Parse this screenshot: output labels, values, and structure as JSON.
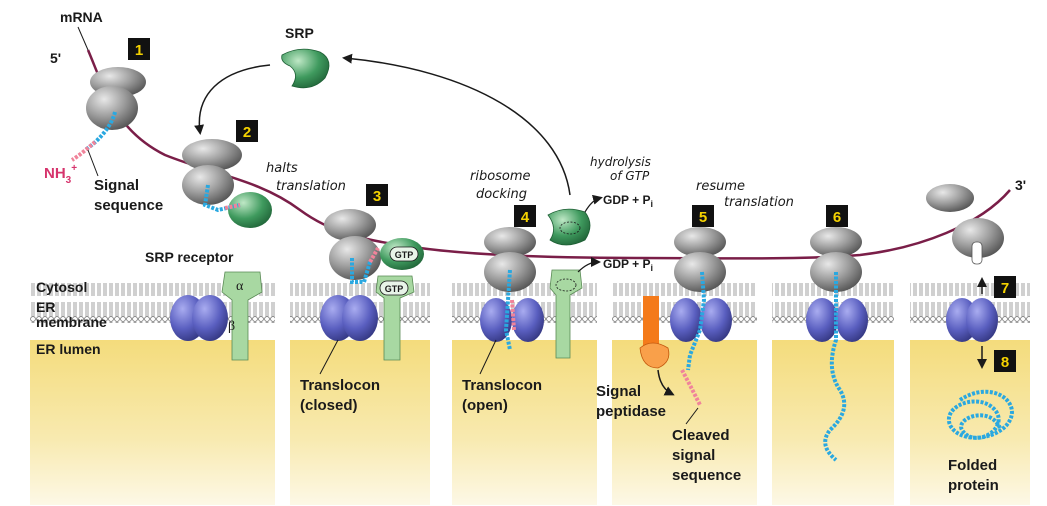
{
  "labels": {
    "mrna": "mRNA",
    "five_prime": "5'",
    "three_prime": "3'",
    "srp": "SRP",
    "nh3": "NH",
    "nh3_sub": "3",
    "nh3_sup": "+",
    "signal_sequence_1": "Signal",
    "signal_sequence_2": "sequence",
    "srp_receptor": "SRP receptor",
    "alpha": "α",
    "beta": "β",
    "cytosol": "Cytosol",
    "er_membrane_1": "ER",
    "er_membrane_2": "membrane",
    "er_lumen": "ER lumen",
    "gtp": "GTP",
    "gdp_pi": "GDP + P",
    "gdp_pi_sub": "i",
    "translocon_closed_1": "Translocon",
    "translocon_closed_2": "(closed)",
    "translocon_open_1": "Translocon",
    "translocon_open_2": "(open)",
    "signal_peptidase_1": "Signal",
    "signal_peptidase_2": "peptidase",
    "cleaved_1": "Cleaved",
    "cleaved_2": "signal",
    "cleaved_3": "sequence",
    "folded_1": "Folded",
    "folded_2": "protein"
  },
  "annotations": {
    "halts_1": "halts",
    "halts_2": "translation",
    "ribosome_1": "ribosome",
    "ribosome_2": "docking",
    "hydrolysis_1": "hydrolysis",
    "hydrolysis_2": "of GTP",
    "resume_1": "resume",
    "resume_2": "translation"
  },
  "steps": [
    "1",
    "2",
    "3",
    "4",
    "5",
    "6",
    "7",
    "8"
  ],
  "colors": {
    "mrna": "#7a1e48",
    "srp_green": "#3f9a5e",
    "receptor_green": "#a8d8a2",
    "translocon_purple": "#5a5fc0",
    "peptide_blue": "#2aa8e0",
    "signal_pink": "#f0839a",
    "peptidase_orange": "#f47a1a",
    "lumen_yellow": "#f7e59a",
    "label_pink": "#d6336c",
    "step_box": "#111111",
    "step_text": "#f5d200"
  }
}
